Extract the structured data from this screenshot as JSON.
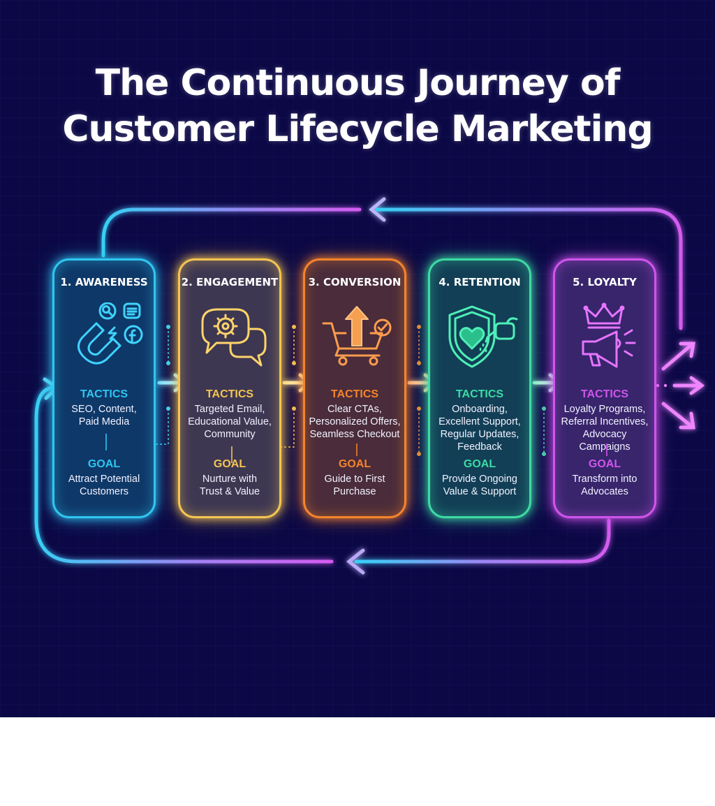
{
  "title": {
    "line1": "The Continuous Journey of",
    "line2": "Customer Lifecycle Marketing"
  },
  "stages": [
    {
      "label": "1. AWARENESS",
      "tactics_label": "TACTICS",
      "tactics": "SEO, Content,\nPaid Media",
      "goal_label": "GOAL",
      "goal": "Attract Potential\nCustomers",
      "color": "#2fc6f0",
      "icon": "magnet-icon"
    },
    {
      "label": "2. ENGAGEMENT",
      "tactics_label": "TACTICS",
      "tactics": "Targeted Email,\nEducational Value,\nCommunity",
      "goal_label": "GOAL",
      "goal": "Nurture with\nTrust & Value",
      "color": "#f4c552",
      "icon": "chat-bubbles-gear-icon"
    },
    {
      "label": "3. CONVERSION",
      "tactics_label": "TACTICS",
      "tactics": "Clear CTAs,\nPersonalized Offers,\nSeamless Checkout",
      "goal_label": "GOAL",
      "goal": "Guide to First\nPurchase",
      "color": "#f5842c",
      "icon": "shopping-cart-icon"
    },
    {
      "label": "4. RETENTION",
      "tactics_label": "TACTICS",
      "tactics": "Onboarding,\nExcellent Support,\nRegular Updates,\nFeedback",
      "goal_label": "GOAL",
      "goal": "Provide Ongoing\nValue & Support",
      "color": "#3ddba4",
      "icon": "shield-heart-icon"
    },
    {
      "label": "5. LOYALTY",
      "tactics_label": "TACTICS",
      "tactics": "Loyalty Programs,\nReferral Incentives,\nAdvocacy Campaigns",
      "goal_label": "GOAL",
      "goal": "Transform into\nAdvocates",
      "color": "#cf55ec",
      "icon": "crown-megaphone-icon"
    }
  ]
}
